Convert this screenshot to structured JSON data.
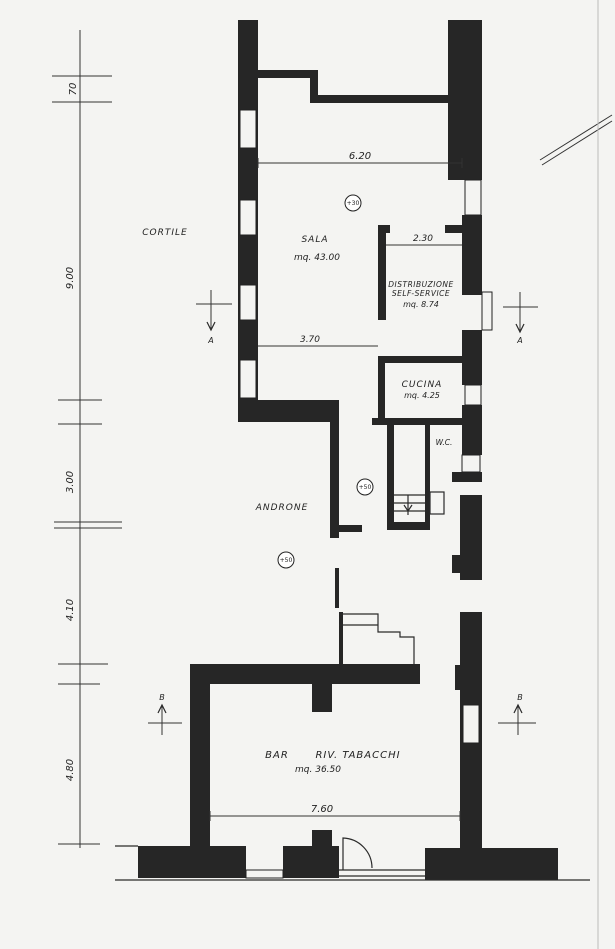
{
  "rooms": {
    "cortile": "CORTILE",
    "sala": "SALA",
    "sala_area": "mq. 43.00",
    "distribuzione": "DISTRIBUZIONE",
    "self_service": "SELF-SERVICE",
    "distribuzione_area": "mq. 8.74",
    "cucina": "CUCINA",
    "cucina_area": "mq. 4.25",
    "wc": "W.C.",
    "androne": "ANDRONE",
    "bar": "BAR",
    "tabacchi": "RIV. TABACCHI",
    "bar_area": "mq. 36.50"
  },
  "dimensions": {
    "sala_width": "6.20",
    "dist_width": "2.30",
    "sala_lower": "3.70",
    "bar_width": "7.60",
    "v_top": "70",
    "v_900": "9.00",
    "v_300": "3.00",
    "v_410": "4.10",
    "v_480": "4.80"
  },
  "elevations": {
    "sala": "+30",
    "corridor": "+50",
    "androne": "+50"
  },
  "section_marks": {
    "a_left": "A",
    "a_right": "A",
    "b_left": "B",
    "b_right": "B"
  }
}
